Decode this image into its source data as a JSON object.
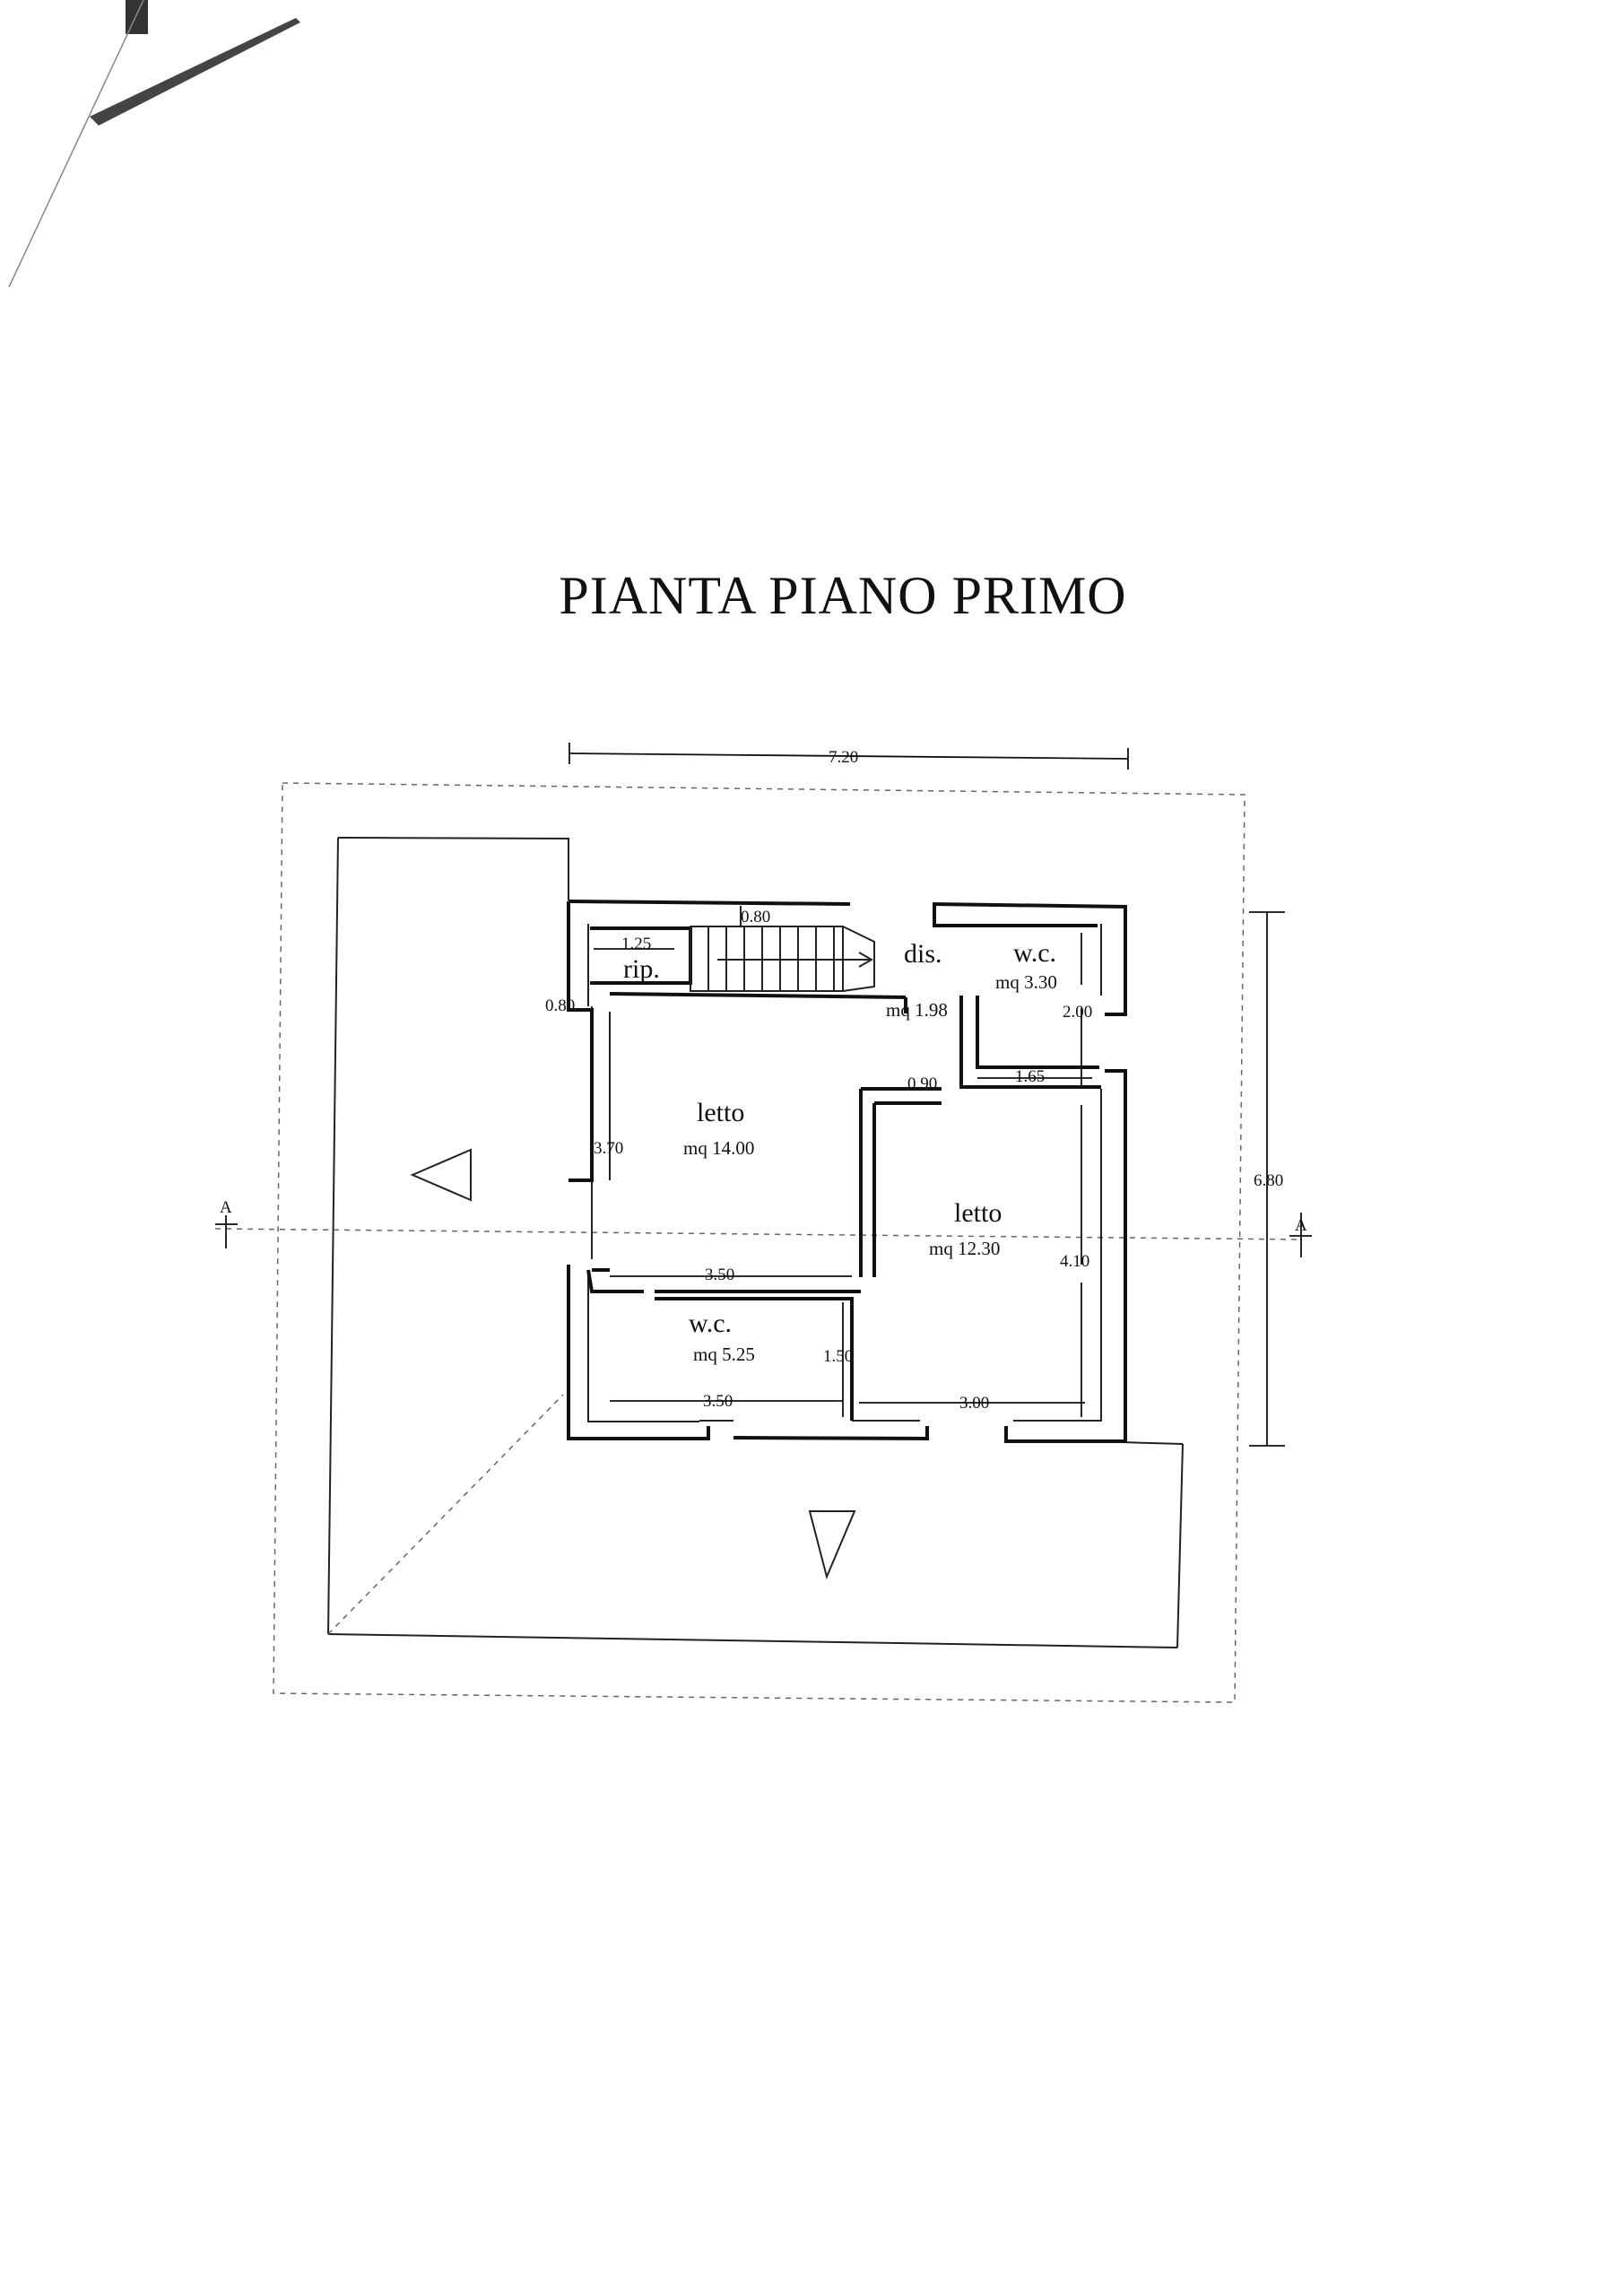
{
  "title": "PIANTA PIANO PRIMO",
  "rooms": [
    {
      "name": "letto",
      "area": "mq 14.00"
    },
    {
      "name": "letto",
      "area": "mq 12.30"
    },
    {
      "name": "w.c.",
      "area": "mq 5.25"
    },
    {
      "name": "w.c.",
      "area": "mq 3.30"
    },
    {
      "name": "dis.",
      "area": "mq 1.98"
    },
    {
      "name": "rip.",
      "area": ""
    }
  ],
  "dimensions": {
    "total_width": "7.20",
    "total_depth": "6.80",
    "stair_width": "0.80",
    "rip_width": "1.25",
    "left_offset": "0.80",
    "wc_small_height": "2.00",
    "door_090": "0.90",
    "wc_small_width": "1.65",
    "letto1_height": "3.70",
    "letto2_height": "4.10",
    "wc_large_width_top": "3.50",
    "wc_large_height": "1.50",
    "wc_large_width_bottom": "3.50",
    "letto2_width": "3.00"
  },
  "section_marker": "A"
}
